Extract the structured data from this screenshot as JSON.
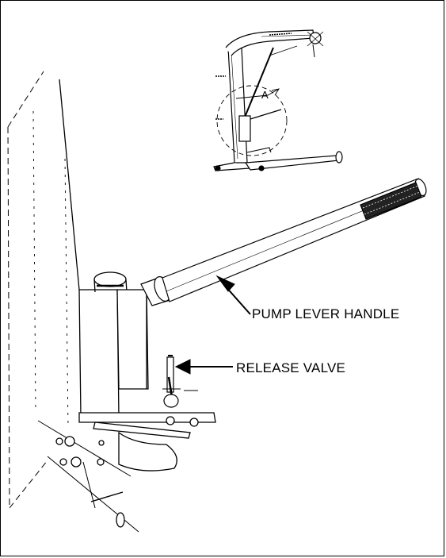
{
  "callouts": {
    "pump_lever_handle": "PUMP LEVER HANDLE",
    "release_valve": "RELEASE VALVE"
  },
  "inset": {
    "detail_marker": "A"
  },
  "colors": {
    "line": "#000000",
    "background": "#ffffff"
  }
}
